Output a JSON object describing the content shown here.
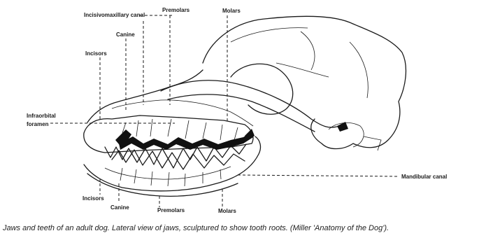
{
  "labels": {
    "incisivomaxillary_canal": "Incisivomaxillary canal",
    "premolars_top": "Premolars",
    "molars_top": "Molars",
    "canine_top": "Canine",
    "incisors_top": "Incisors",
    "infraorbital_foramen_line1": "Infraorbital",
    "infraorbital_foramen_line2": "foramen",
    "mandibular_canal": "Mandibular canal",
    "incisors_bottom": "Incisors",
    "canine_bottom": "Canine",
    "premolars_bottom": "Premolars",
    "molars_bottom": "Molars"
  },
  "caption": "Jaws and teeth of an adult dog.  Lateral view of jaws, sculptured to show tooth roots. (Miller 'Anatomy of the Dog')."
}
